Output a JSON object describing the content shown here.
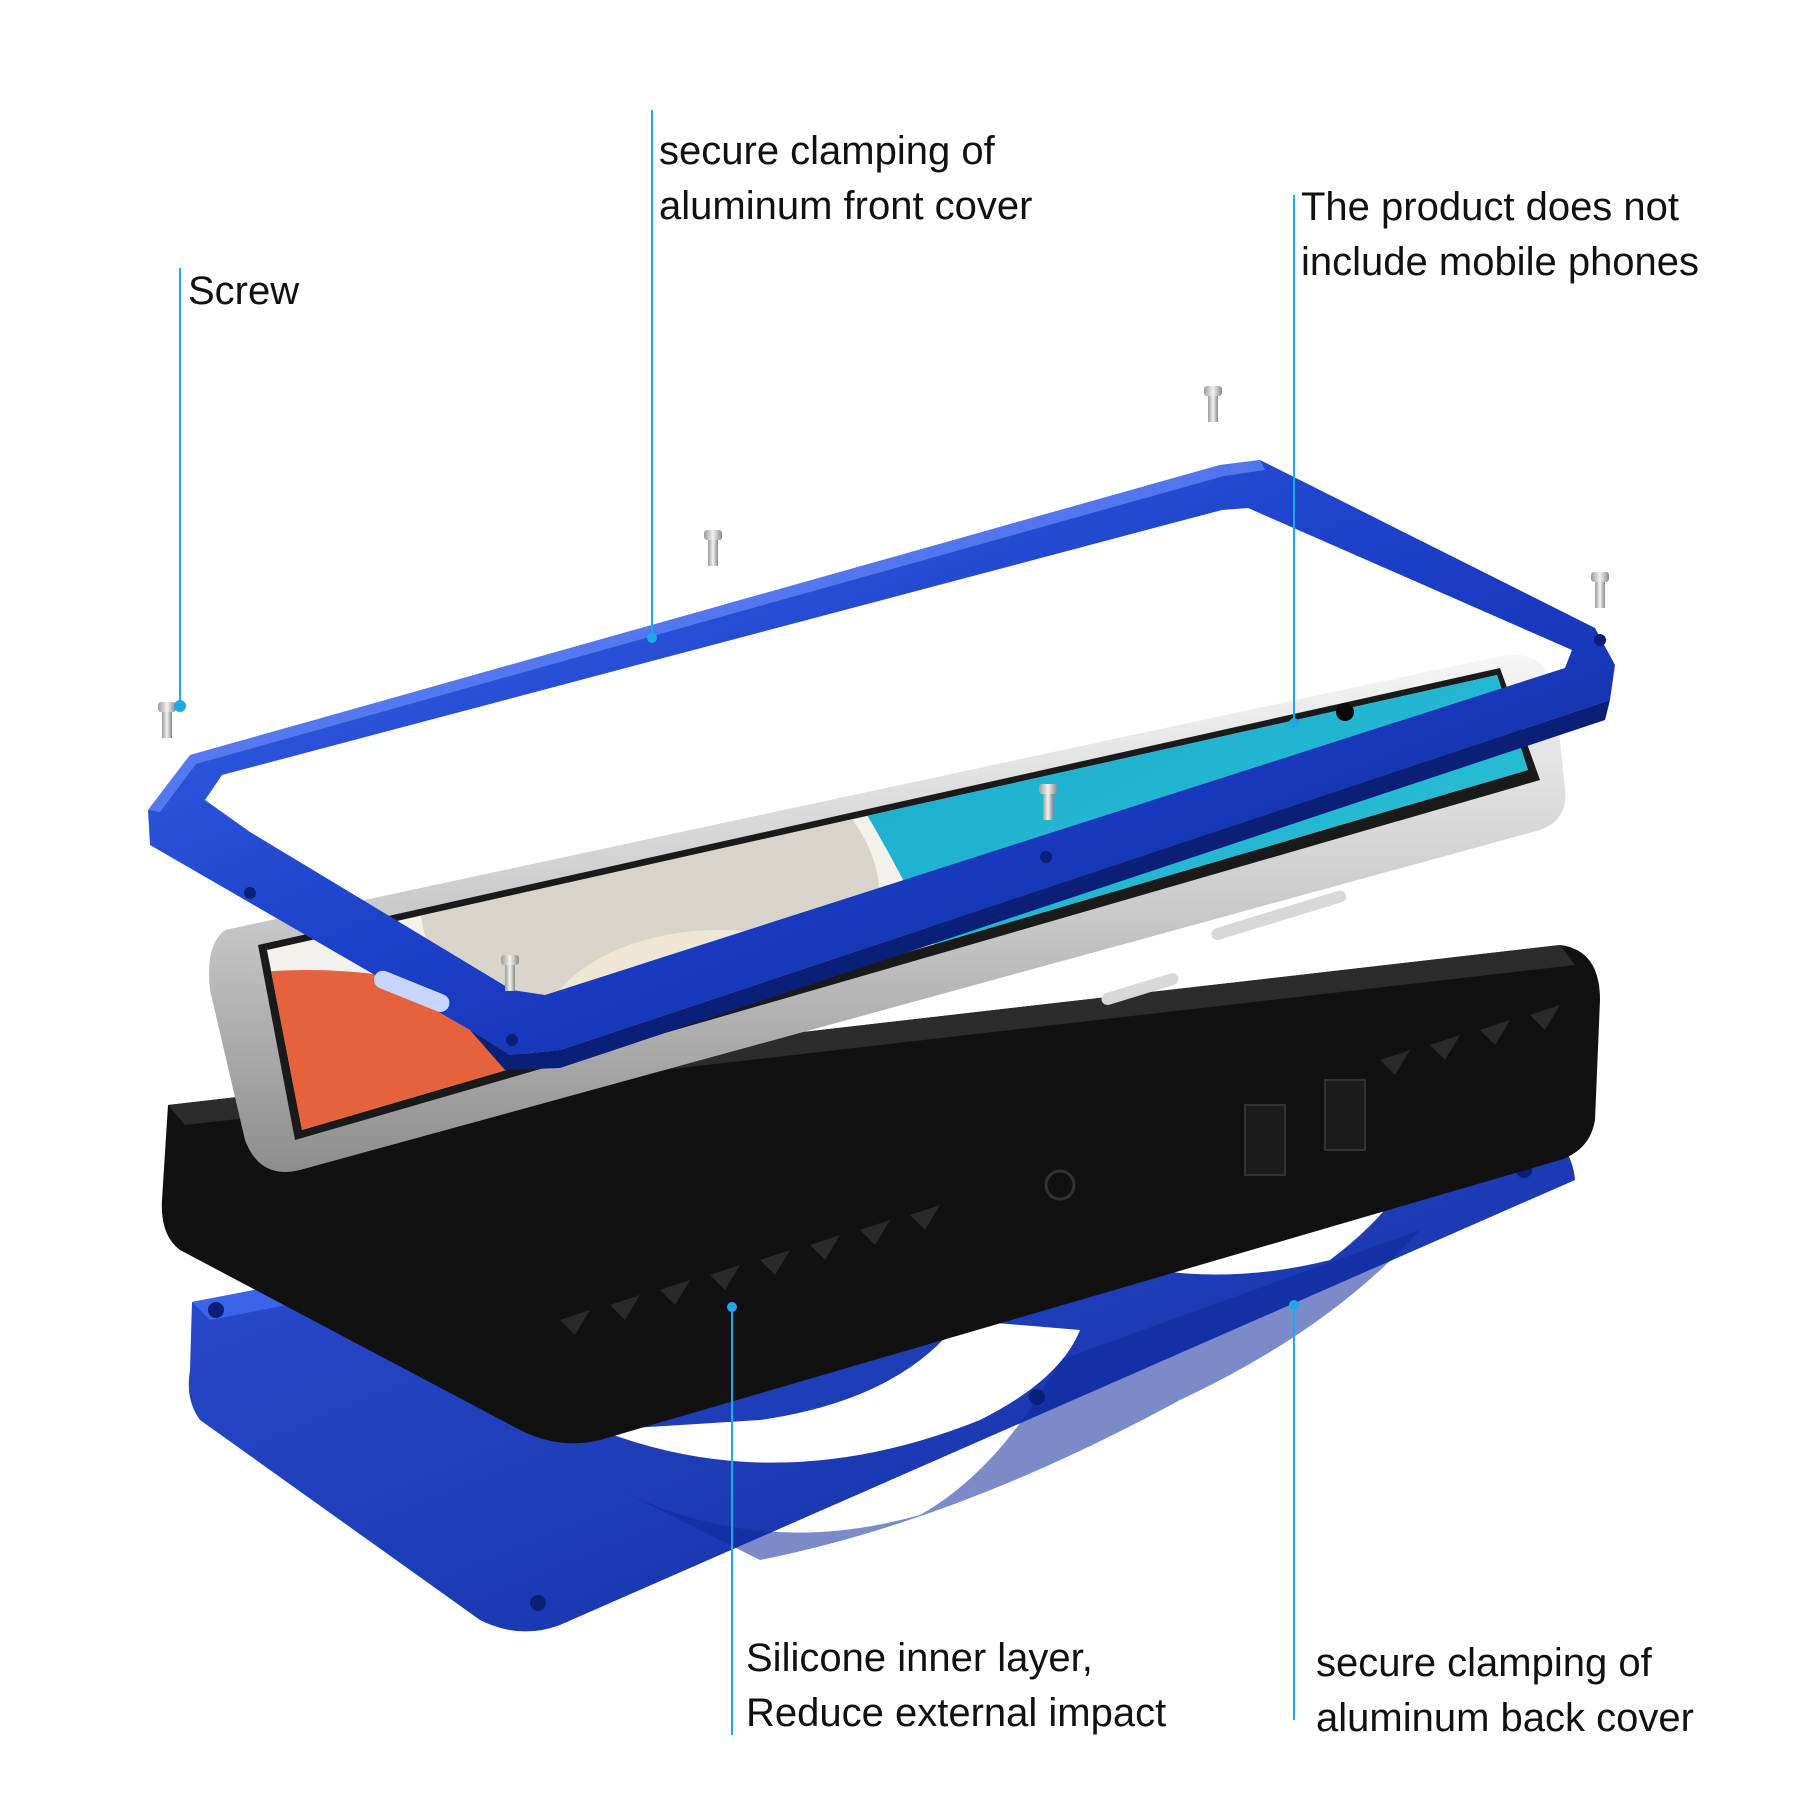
{
  "accent_color": "#1ea8e8",
  "frame_color": "#1a3fc4",
  "callouts": {
    "screw": {
      "lines": [
        "Screw"
      ]
    },
    "front_cover": {
      "lines": [
        "secure clamping of",
        "aluminum front cover"
      ]
    },
    "no_phone": {
      "lines": [
        "The product does not",
        "include mobile phones"
      ]
    },
    "silicone": {
      "lines": [
        "Silicone inner layer,",
        "Reduce external impact"
      ]
    },
    "back_cover": {
      "lines": [
        "secure clamping of",
        "aluminum back cover"
      ]
    }
  }
}
